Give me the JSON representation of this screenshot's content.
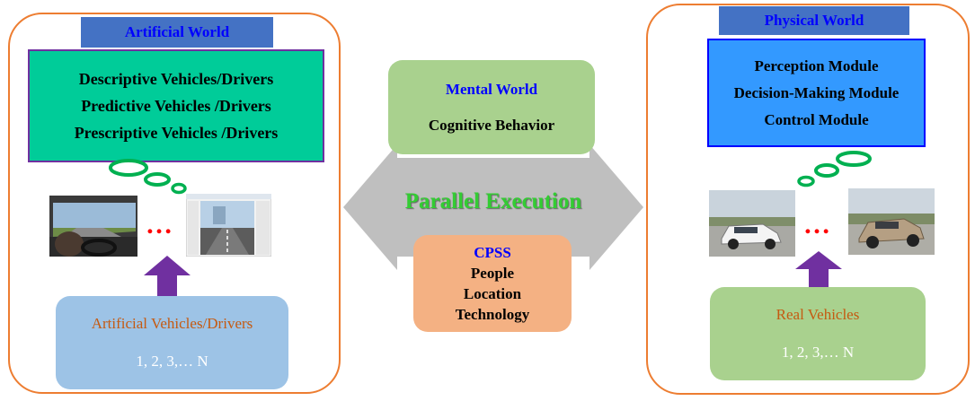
{
  "artificial": {
    "title": "Artificial World",
    "lines": [
      "Descriptive Vehicles/Drivers",
      "Predictive Vehicles /Drivers",
      "Prescriptive Vehicles /Drivers"
    ],
    "ellipsis": "…",
    "source_title": "Artificial Vehicles/Drivers",
    "source_count": "1, 2, 3,… N"
  },
  "mental": {
    "title": "Mental World",
    "subtitle": "Cognitive Behavior"
  },
  "parallel": {
    "label": "Parallel Execution"
  },
  "cpss": {
    "title": "CPSS",
    "lines": [
      "People",
      "Location",
      "Technology"
    ]
  },
  "physical": {
    "title": "Physical World",
    "lines": [
      "Perception Module",
      "Decision-Making Module",
      "Control Module"
    ],
    "ellipsis": "…",
    "source_title": "Real Vehicles",
    "source_count": "1, 2, 3,… N"
  },
  "colors": {
    "panel_border": "#ED7D31",
    "tag_bg": "#4472C4",
    "tag_text": "#0000FF",
    "artificial_box": "#00CC99",
    "artificial_box_border": "#7030A0",
    "physical_box": "#3399FF",
    "physical_box_border": "#0000FF",
    "mental_box": "#A9D18E",
    "cpss_box": "#F4B183",
    "artificial_source": "#9DC3E6",
    "real_source": "#A9D18E",
    "arrow_grey": "#BFBFBF",
    "parallel_text": "#33CC33",
    "bubble": "#00B050",
    "up_arrow": "#7030A0"
  }
}
